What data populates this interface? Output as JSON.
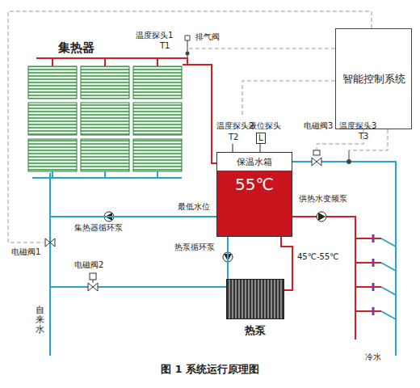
{
  "diagram": {
    "caption": "图 1 系统运行原理图",
    "nodes": [
      {
        "text": [
          "集热器"
        ]
      },
      {
        "text": [
          "智能控制系统"
        ]
      },
      {
        "text": [
          "保温水箱",
          "55℃"
        ]
      },
      {
        "text": [
          "热泵"
        ]
      }
    ],
    "edges": [
      {
        "from": 0,
        "to": 2,
        "arrow": "none"
      },
      {
        "from": 2,
        "to": 0,
        "arrow": "none"
      },
      {
        "from": 2,
        "to": 3,
        "arrow": "none"
      },
      {
        "from": 3,
        "to": 2,
        "arrow": "none"
      }
    ],
    "labels": [
      "温度探头1",
      "T1",
      "排气阀",
      "温度探头2",
      "T2",
      "液位探头",
      "L",
      "电磁阀3",
      "温度探头3",
      "T3",
      "最低水位",
      "供热水变频泵",
      "集热器循环泵",
      "电磁阀1",
      "热泵循环泵",
      "电磁阀2",
      "45℃-55℃",
      "自来水",
      "冷水"
    ]
  }
}
